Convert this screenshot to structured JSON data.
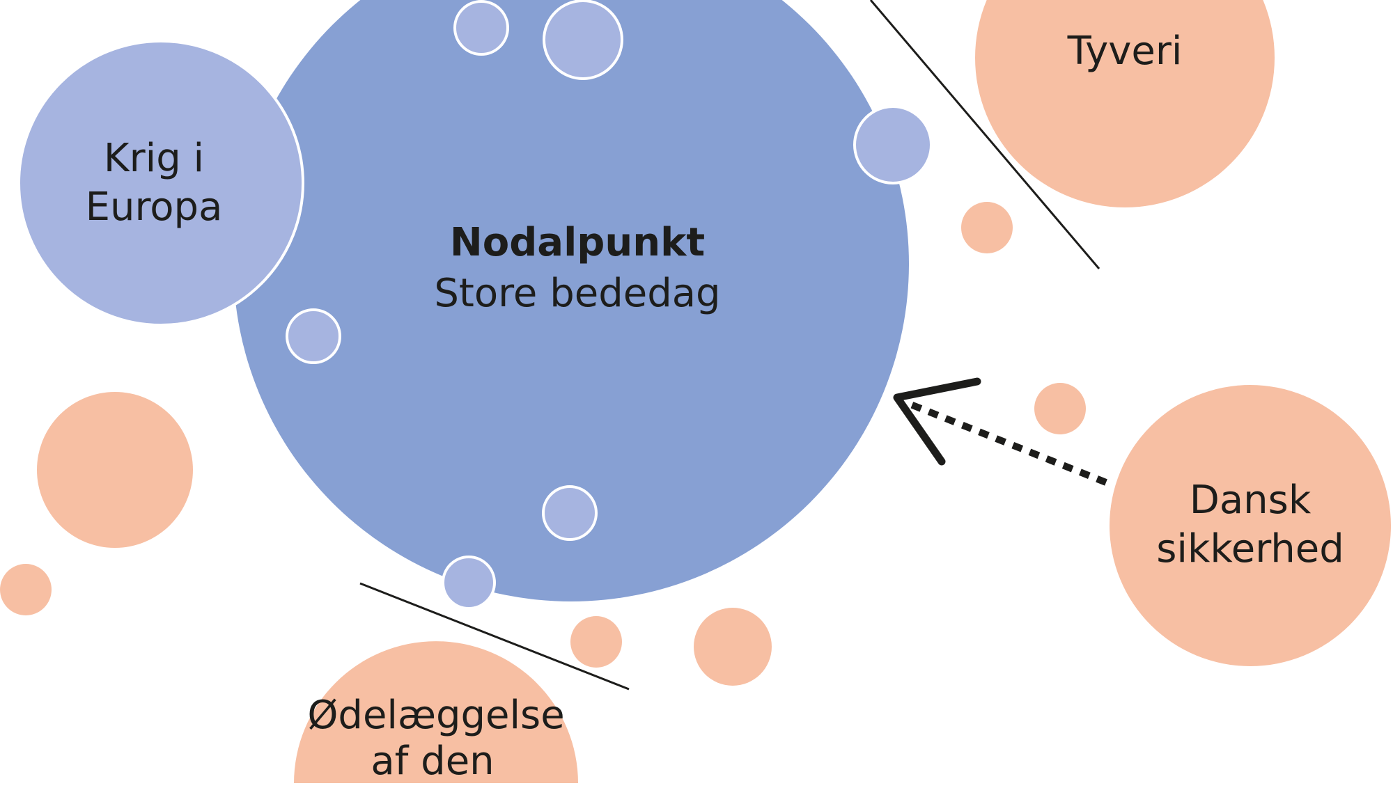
{
  "colors": {
    "primary_node": "#87a0d3",
    "related_node": "#a6b4e0",
    "threat_node": "#f7bfa3",
    "line": "#1d1d1b"
  },
  "center": {
    "title": "Nodalpunkt",
    "subtitle": "Store bededag"
  },
  "nodes": {
    "war": {
      "line1": "Krig i",
      "line2": "Europa"
    },
    "theft": {
      "line1": "Tyveri"
    },
    "security": {
      "line1": "Dansk",
      "line2": "sikkerhed"
    },
    "destruction": {
      "line1": "Ødelæggelse",
      "line2": "af den"
    }
  }
}
